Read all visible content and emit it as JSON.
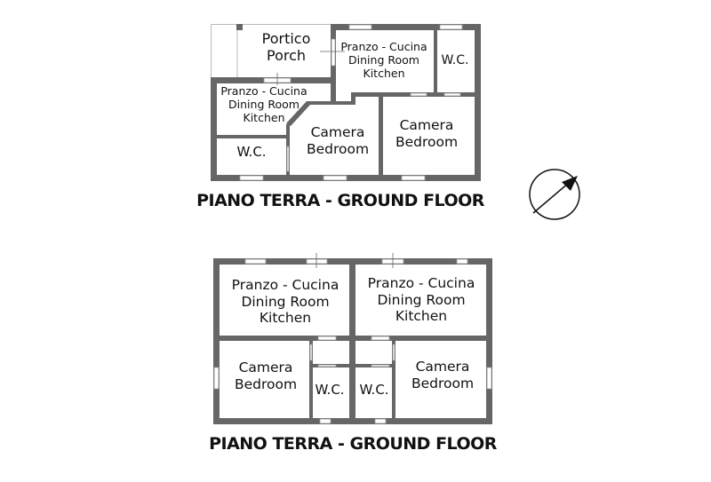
{
  "plan_top": {
    "title": "PIANO TERRA - GROUND FLOOR",
    "rooms": {
      "porch": [
        "Portico",
        "Porch"
      ],
      "dining_right": [
        "Pranzo - Cucina",
        "Dining Room",
        "Kitchen"
      ],
      "wc_right": [
        "W.C."
      ],
      "dining_left": [
        "Pranzo - Cucina",
        "Dining Room",
        "Kitchen"
      ],
      "wc_left": [
        "W.C."
      ],
      "bedroom_mid": [
        "Camera",
        "Bedroom"
      ],
      "bedroom_right": [
        "Camera",
        "Bedroom"
      ]
    }
  },
  "plan_bottom": {
    "title": "PIANO TERRA - GROUND FLOOR",
    "rooms": {
      "dining_left": [
        "Pranzo - Cucina",
        "Dining Room",
        "Kitchen"
      ],
      "dining_right": [
        "Pranzo - Cucina",
        "Dining Room",
        "Kitchen"
      ],
      "bedroom_left": [
        "Camera",
        "Bedroom"
      ],
      "wc_left": [
        "W.C."
      ],
      "wc_right": [
        "W.C."
      ],
      "bedroom_right": [
        "Camera",
        "Bedroom"
      ]
    }
  },
  "compass": {
    "icon": "north-arrow-icon"
  },
  "colors": {
    "wall": "#666666",
    "text": "#111111"
  }
}
